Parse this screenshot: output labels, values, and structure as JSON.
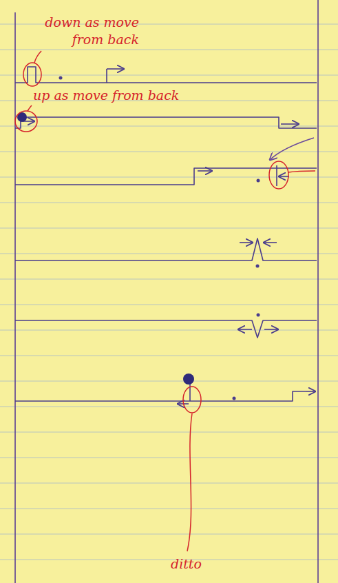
{
  "diagram": {
    "labels": [
      "down as move from back",
      "up as move from back",
      "ditto"
    ]
  }
}
